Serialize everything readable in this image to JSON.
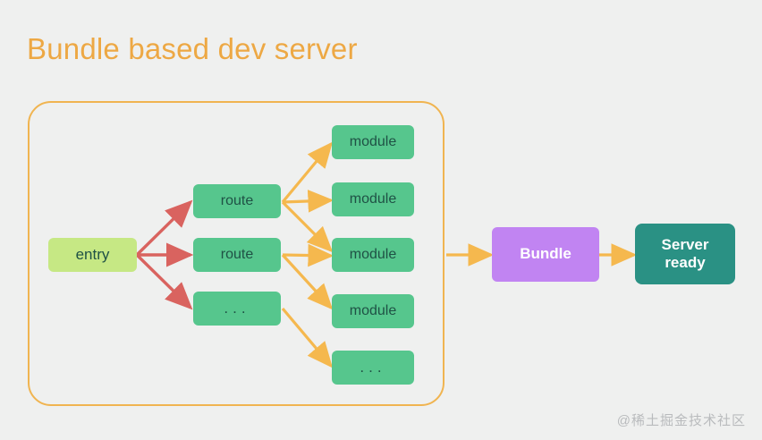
{
  "page": {
    "title": "Bundle based dev server",
    "background_color": "#eff0ef",
    "title_color": "#eda844",
    "watermark": "@稀土掘金技术社区"
  },
  "group": {
    "label": "bundle-graph-group",
    "border_color": "#f0b450"
  },
  "colors": {
    "entry_fill": "#c6e884",
    "node_fill": "#56c68d",
    "node_text": "#1f5145",
    "bundle_fill": "#c184f2",
    "server_fill": "#2a9184",
    "red_arrow": "#d9635f",
    "orange_arrow": "#f5b84e"
  },
  "nodes": {
    "entry": {
      "label": "entry"
    },
    "routes": [
      {
        "label": "route"
      },
      {
        "label": "route"
      },
      {
        "label": "..."
      }
    ],
    "modules": [
      {
        "label": "module"
      },
      {
        "label": "module"
      },
      {
        "label": "module"
      },
      {
        "label": "module"
      },
      {
        "label": "..."
      }
    ],
    "bundle": {
      "label": "Bundle"
    },
    "server": {
      "line1": "Server",
      "line2": "ready"
    }
  }
}
